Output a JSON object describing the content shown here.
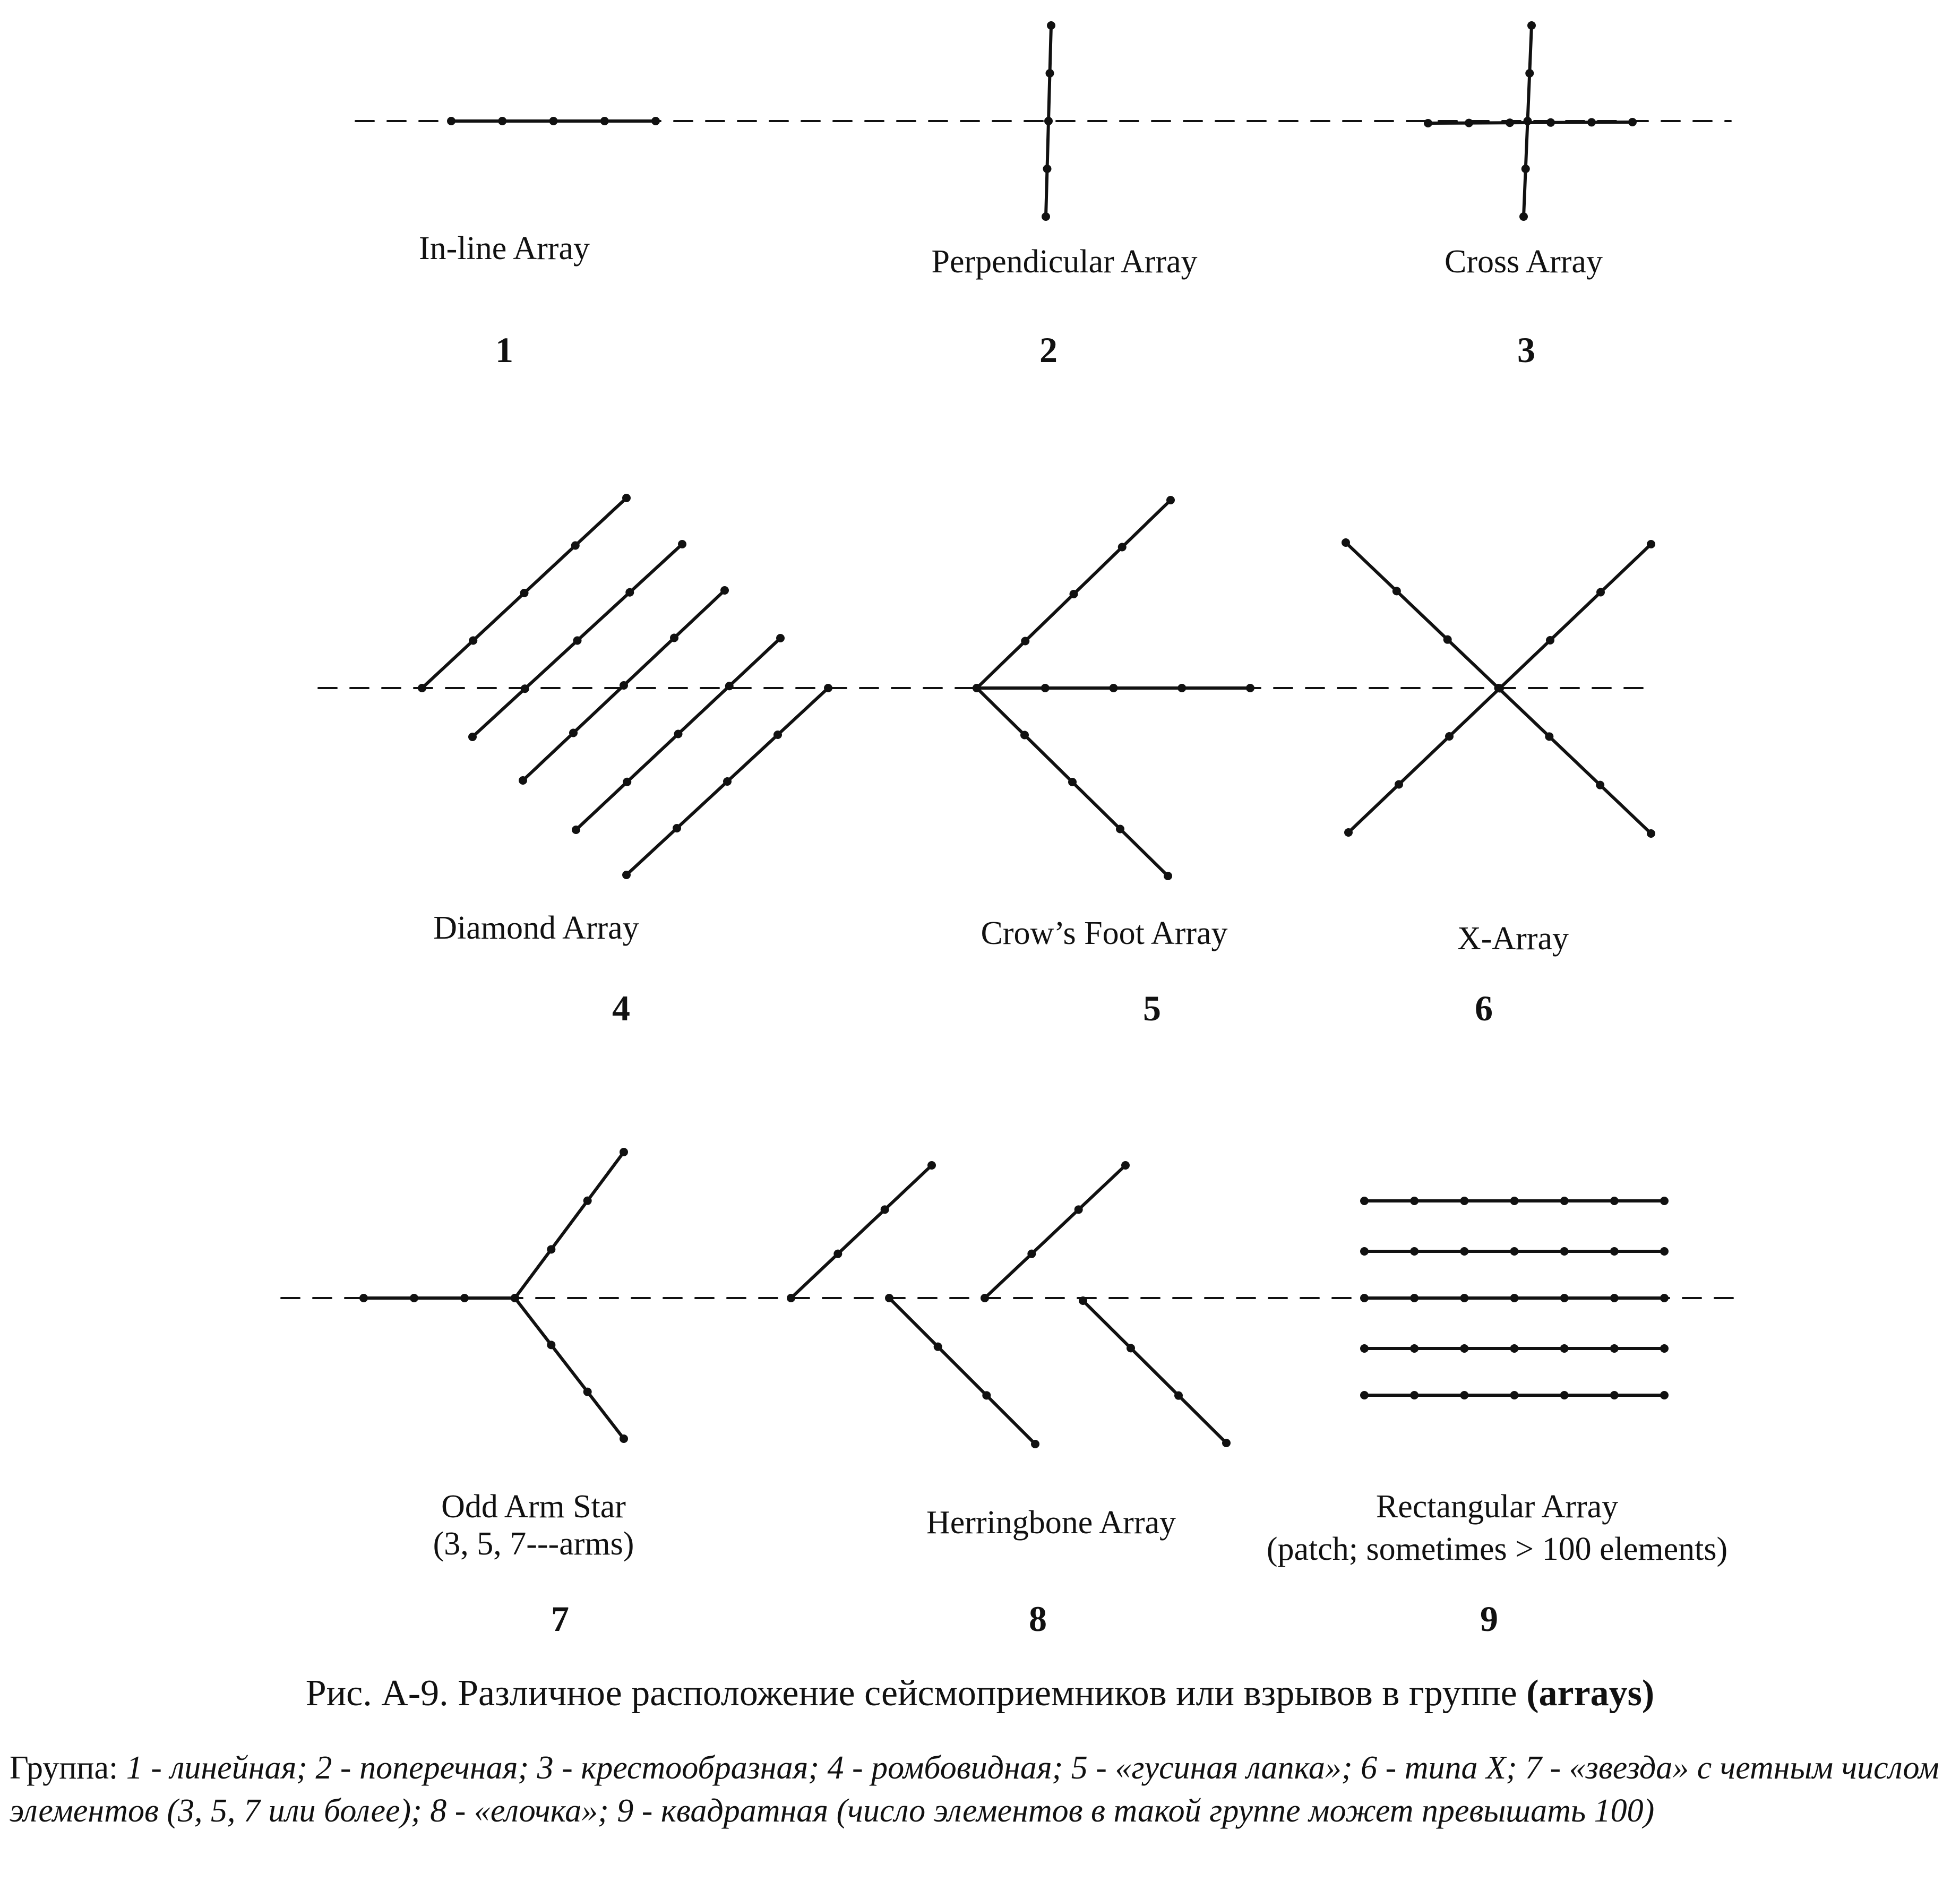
{
  "arrays": [
    {
      "label": "In-line Array",
      "number": "1"
    },
    {
      "label": "Perpendicular Array",
      "number": "2"
    },
    {
      "label": "Cross Array",
      "number": "3"
    },
    {
      "label": "Diamond Array",
      "number": "4"
    },
    {
      "label": "Crow’s Foot Array",
      "number": "5"
    },
    {
      "label": "X-Array",
      "number": "6"
    },
    {
      "label": "Odd Arm Star",
      "sublabel": "(3, 5, 7---arms)",
      "number": "7"
    },
    {
      "label": "Herringbone Array",
      "number": "8"
    },
    {
      "label": "Rectangular Array",
      "sublabel": "(patch; sometimes > 100 elements)",
      "number": "9"
    }
  ],
  "caption": {
    "text": "Рис. А-9. Различное расположение сейсмоприемников или взрывов в группе",
    "bold": "(arrays)"
  },
  "legend": {
    "lead": "Группа:",
    "body": "1 - линейная; 2 - поперечная; 3 - крестообразная; 4 - ромбовидная; 5 - «гусиная лапка»; 6 - типа X; 7 - «звезда» с четным числом элементов (3, 5, 7 или более); 8 - «елочка»; 9 - квадратная (число элементов в такой группе может превышать 100)"
  }
}
